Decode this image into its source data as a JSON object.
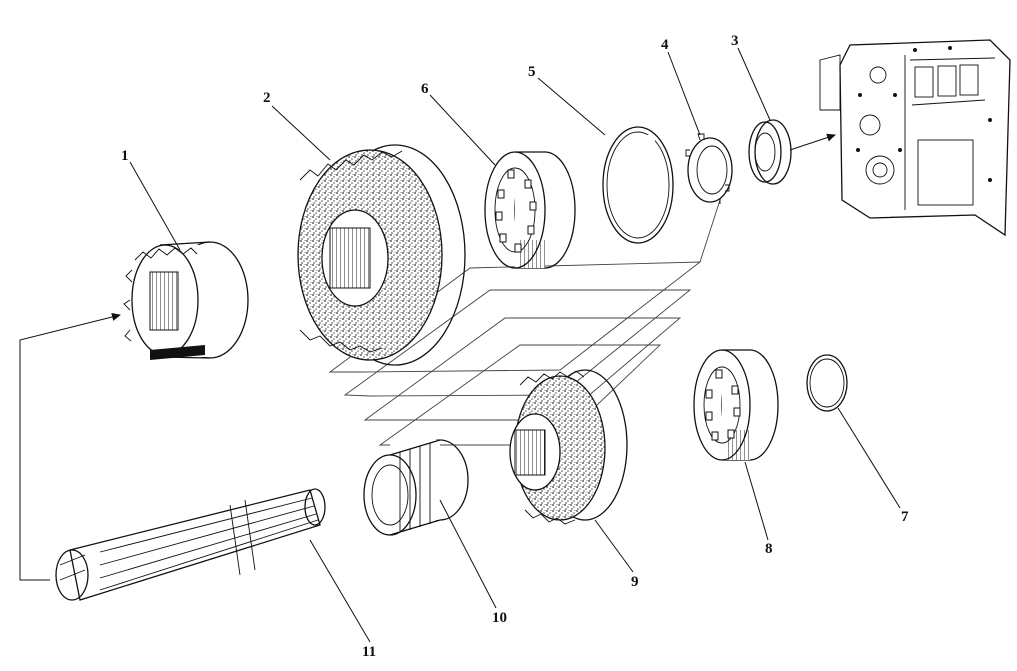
{
  "diagram": {
    "callouts": [
      {
        "id": "1",
        "label": "1"
      },
      {
        "id": "2",
        "label": "2"
      },
      {
        "id": "3",
        "label": "3"
      },
      {
        "id": "4",
        "label": "4"
      },
      {
        "id": "5",
        "label": "5"
      },
      {
        "id": "6",
        "label": "6"
      },
      {
        "id": "7",
        "label": "7"
      },
      {
        "id": "8",
        "label": "8"
      },
      {
        "id": "9",
        "label": "9"
      },
      {
        "id": "10",
        "label": "10"
      },
      {
        "id": "11",
        "label": "11"
      }
    ],
    "colors": {
      "ink": "#111111",
      "paper": "#ffffff",
      "speckle": "#555555"
    }
  }
}
